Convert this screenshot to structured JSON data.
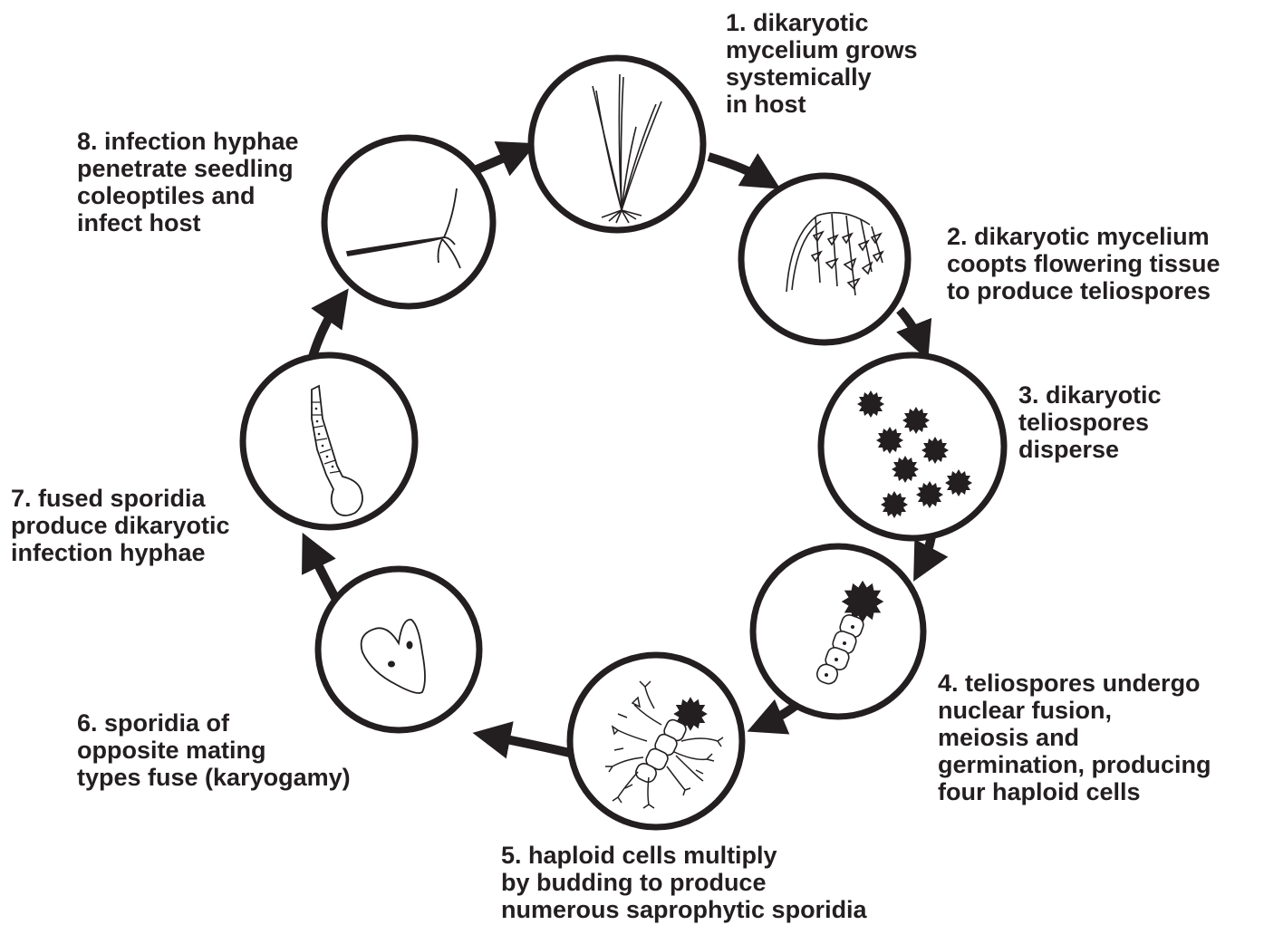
{
  "stages": [
    {
      "id": 1,
      "icon": "wheat-plant-icon",
      "lines": [
        "1. dikaryotic",
        "mycelium grows",
        "systemically",
        "in host"
      ]
    },
    {
      "id": 2,
      "icon": "flowering-head-icon",
      "lines": [
        "2. dikaryotic  mycelium",
        "coopts flowering tissue",
        "to produce teliospores"
      ]
    },
    {
      "id": 3,
      "icon": "teliospores-icon",
      "lines": [
        "3. dikaryotic",
        "teliospores",
        "disperse"
      ]
    },
    {
      "id": 4,
      "icon": "germinating-teliospore-icon",
      "lines": [
        "4. teliospores undergo",
        "nuclear fusion,",
        "meiosis and",
        "germination, producing",
        "four haploid cells"
      ]
    },
    {
      "id": 5,
      "icon": "budding-sporidia-icon",
      "lines": [
        "5. haploid cells multiply",
        "by budding to produce",
        "numerous saprophytic sporidia"
      ]
    },
    {
      "id": 6,
      "icon": "fused-sporidia-icon",
      "lines": [
        "6. sporidia of",
        "opposite mating",
        "types fuse (karyogamy)"
      ]
    },
    {
      "id": 7,
      "icon": "infection-hypha-icon",
      "lines": [
        "7. fused sporidia",
        "produce dikaryotic",
        "infection hyphae"
      ]
    },
    {
      "id": 8,
      "icon": "seedling-infection-icon",
      "lines": [
        "8. infection hyphae",
        "penetrate seedling",
        "coleoptiles and",
        "infect host"
      ]
    }
  ],
  "colors": {
    "ink": "#231f20",
    "background": "#ffffff"
  }
}
